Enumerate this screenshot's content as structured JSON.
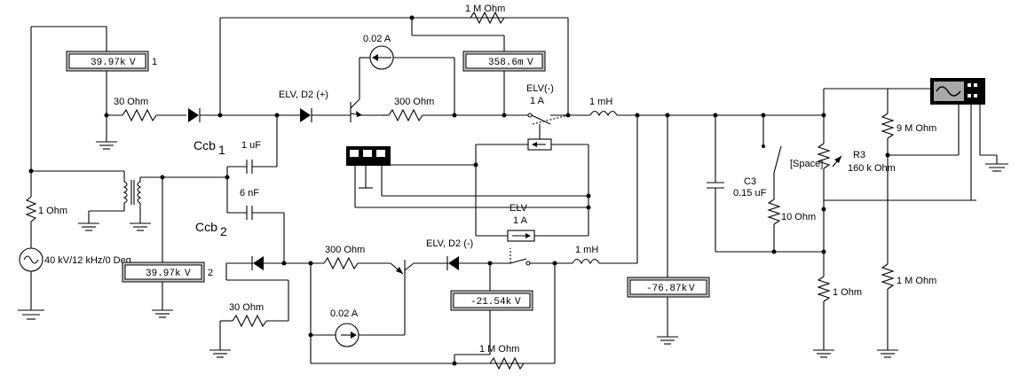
{
  "meters": {
    "m1": {
      "value": "39.97k",
      "unit": "V",
      "index": "1"
    },
    "m2": {
      "value": "39.97k",
      "unit": "V",
      "index": "2"
    },
    "m3": {
      "value": "358.6m",
      "unit": "V"
    },
    "m4": {
      "value": "-21.54k",
      "unit": "V"
    },
    "m5": {
      "value": "-76.87k",
      "unit": "V"
    }
  },
  "labels": {
    "r_feedback_top": "1 M Ohm",
    "r_feedback_bottom": "1 M Ohm",
    "isrc_top": "0.02 A",
    "isrc_bottom": "0.02 A",
    "r_in": "30 Ohm",
    "r_in2": "30 Ohm",
    "r_300_top": "300  Ohm",
    "r_300_bottom": "300  Ohm",
    "d2_pos": "ELV, D2 (+)",
    "d2_neg": "ELV, D2 (-)",
    "elv_neg_switch": "ELV(-)",
    "elv_neg_switch_current": "1 A",
    "elv_switch": "ELV",
    "elv_switch_current": "1 A",
    "ind_top": "1 mH",
    "ind_bottom": "1 mH",
    "ccb1_main": "Ccb",
    "ccb1_sub": "1",
    "ccb1_value": "1 uF",
    "ccb2_main": "Ccb",
    "ccb2_sub": "2",
    "ccb2_value": "6 nF",
    "r_source": "1  Ohm",
    "source": "40 kV/12 kHz/0 Deg",
    "c3_name": "C3",
    "c3_value": "0.15 uF",
    "r_10": "10  Ohm",
    "space_key": "[Space]",
    "r3_name": "R3",
    "r3_value": "160 k Ohm",
    "r_9m": "9 M Ohm",
    "r_1m_right": "1 M Ohm",
    "r_1_bottom": "1  Ohm"
  }
}
